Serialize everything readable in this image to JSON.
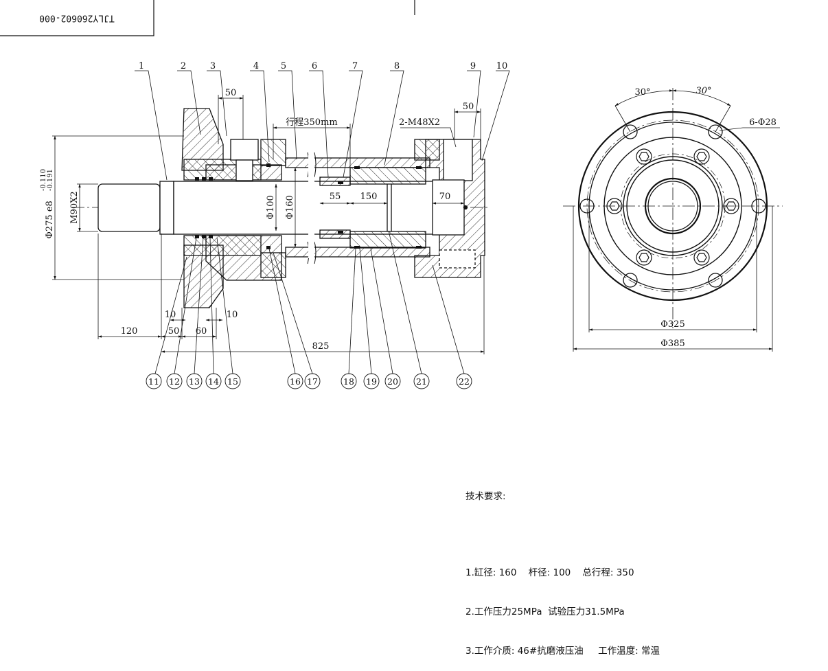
{
  "title_block": {
    "drawing_no": "TJLY260602-000"
  },
  "parts": {
    "top": [
      "1",
      "2",
      "3",
      "4",
      "5",
      "6",
      "7",
      "8",
      "9",
      "10"
    ],
    "bottom": [
      "11",
      "12",
      "13",
      "14",
      "15",
      "16",
      "17",
      "18",
      "19",
      "20",
      "21",
      "22"
    ]
  },
  "dims": {
    "d50a": "50",
    "stroke": "行程350mm",
    "thread_ports": "2-M48X2",
    "d50b": "50",
    "rod_dia": "Φ100",
    "bore_dia": "Φ160",
    "d55": "55",
    "d150": "150",
    "d70": "70",
    "rod_thread": "M90X2",
    "flange_dia": "Φ275 e8",
    "tol_upper": "-0.110",
    "tol_lower": "-0.191",
    "d10a": "10",
    "d10b": "10",
    "d120": "120",
    "d50c": "50",
    "d60": "60",
    "d825": "825",
    "angle1": "30°",
    "angle2": "30°",
    "holes": "6-Φ28",
    "d325": "Φ325",
    "d385": "Φ385"
  },
  "notes": {
    "heading": "技术要求:",
    "line1": "1.缸径: 160    杆径: 100    总行程: 350",
    "line2": "2.工作压力25MPa  试验压力31.5MPa",
    "line3": "3.工作介质: 46#抗磨液压油     工作温度: 常温"
  }
}
